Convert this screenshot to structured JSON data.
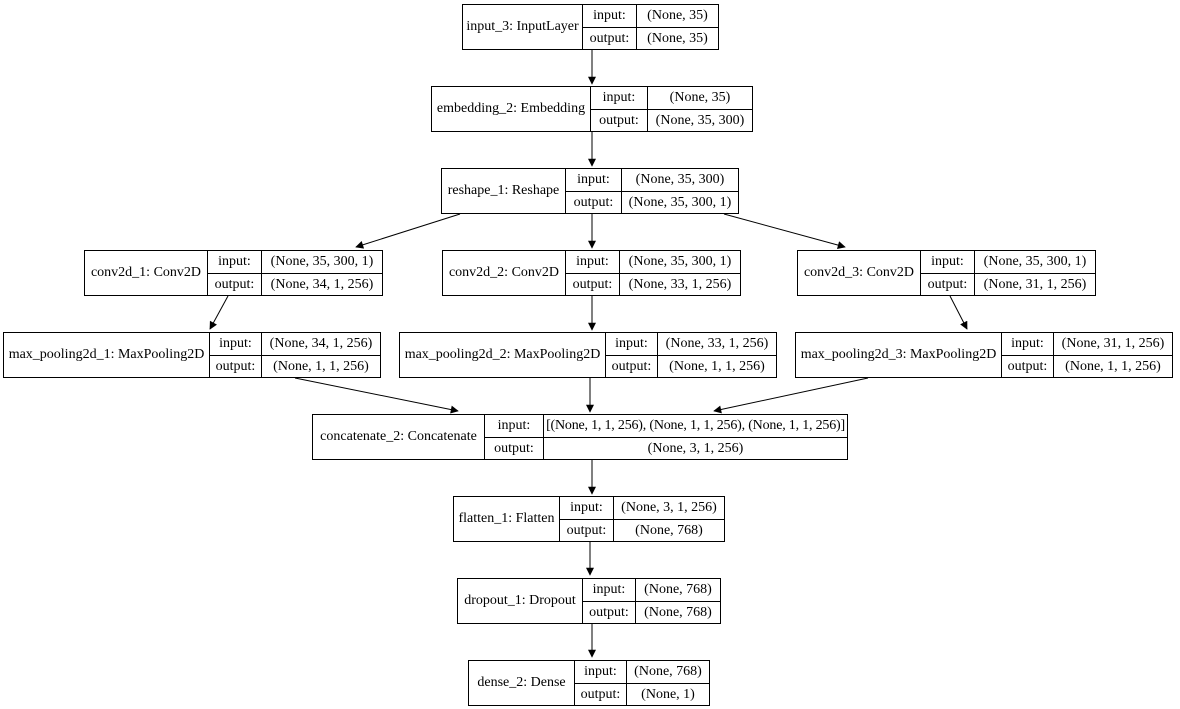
{
  "diagram": {
    "title": "keras-model-architecture-plot",
    "background_color": "#ffffff",
    "line_color": "#000000",
    "io_labels": {
      "input": "input:",
      "output": "output:"
    },
    "nodes": [
      {
        "id": "input_3",
        "name": "input_3: InputLayer",
        "input_shape": "(None, 35)",
        "output_shape": "(None, 35)"
      },
      {
        "id": "embedding_2",
        "name": "embedding_2: Embedding",
        "input_shape": "(None, 35)",
        "output_shape": "(None, 35, 300)"
      },
      {
        "id": "reshape_1",
        "name": "reshape_1: Reshape",
        "input_shape": "(None, 35, 300)",
        "output_shape": "(None, 35, 300, 1)"
      },
      {
        "id": "conv2d_1",
        "name": "conv2d_1: Conv2D",
        "input_shape": "(None, 35, 300, 1)",
        "output_shape": "(None, 34, 1, 256)"
      },
      {
        "id": "conv2d_2",
        "name": "conv2d_2: Conv2D",
        "input_shape": "(None, 35, 300, 1)",
        "output_shape": "(None, 33, 1, 256)"
      },
      {
        "id": "conv2d_3",
        "name": "conv2d_3: Conv2D",
        "input_shape": "(None, 35, 300, 1)",
        "output_shape": "(None, 31, 1, 256)"
      },
      {
        "id": "max_pooling2d_1",
        "name": "max_pooling2d_1: MaxPooling2D",
        "input_shape": "(None, 34, 1, 256)",
        "output_shape": "(None, 1, 1, 256)"
      },
      {
        "id": "max_pooling2d_2",
        "name": "max_pooling2d_2: MaxPooling2D",
        "input_shape": "(None, 33, 1, 256)",
        "output_shape": "(None, 1, 1, 256)"
      },
      {
        "id": "max_pooling2d_3",
        "name": "max_pooling2d_3: MaxPooling2D",
        "input_shape": "(None, 31, 1, 256)",
        "output_shape": "(None, 1, 1, 256)"
      },
      {
        "id": "concatenate_2",
        "name": "concatenate_2: Concatenate",
        "input_shape": "[(None, 1, 1, 256), (None, 1, 1, 256), (None, 1, 1, 256)]",
        "output_shape": "(None, 3, 1, 256)"
      },
      {
        "id": "flatten_1",
        "name": "flatten_1: Flatten",
        "input_shape": "(None, 3, 1, 256)",
        "output_shape": "(None, 768)"
      },
      {
        "id": "dropout_1",
        "name": "dropout_1: Dropout",
        "input_shape": "(None, 768)",
        "output_shape": "(None, 768)"
      },
      {
        "id": "dense_2",
        "name": "dense_2: Dense",
        "input_shape": "(None, 768)",
        "output_shape": "(None, 1)"
      }
    ],
    "edges": [
      {
        "from": "input_3",
        "to": "embedding_2"
      },
      {
        "from": "embedding_2",
        "to": "reshape_1"
      },
      {
        "from": "reshape_1",
        "to": "conv2d_1"
      },
      {
        "from": "reshape_1",
        "to": "conv2d_2"
      },
      {
        "from": "reshape_1",
        "to": "conv2d_3"
      },
      {
        "from": "conv2d_1",
        "to": "max_pooling2d_1"
      },
      {
        "from": "conv2d_2",
        "to": "max_pooling2d_2"
      },
      {
        "from": "conv2d_3",
        "to": "max_pooling2d_3"
      },
      {
        "from": "max_pooling2d_1",
        "to": "concatenate_2"
      },
      {
        "from": "max_pooling2d_2",
        "to": "concatenate_2"
      },
      {
        "from": "max_pooling2d_3",
        "to": "concatenate_2"
      },
      {
        "from": "concatenate_2",
        "to": "flatten_1"
      },
      {
        "from": "flatten_1",
        "to": "dropout_1"
      },
      {
        "from": "dropout_1",
        "to": "dense_2"
      }
    ]
  }
}
